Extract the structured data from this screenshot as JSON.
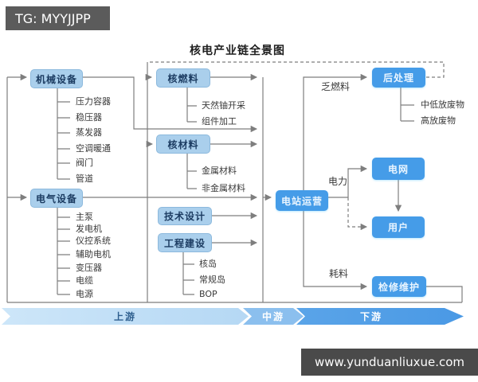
{
  "badge": {
    "label": "TG: MYYJJPP"
  },
  "title": "核电产业链全景图",
  "watermark": {
    "url_text": "www.yunduanliuxue.com"
  },
  "nodes": {
    "mech": "机械设备",
    "elec": "电气设备",
    "fuel": "核燃料",
    "material": "核材料",
    "design": "技术设计",
    "construction": "工程建设",
    "operation": "电站运营",
    "reprocess": "后处理",
    "grid": "电网",
    "user": "用户",
    "maintenance": "检修维护"
  },
  "items": {
    "mech": [
      "压力容器",
      "稳压器",
      "蒸发器",
      "空调暖通",
      "阀门",
      "管道"
    ],
    "elec": [
      "主泵",
      "发电机",
      "仪控系统",
      "辅助电机",
      "变压器",
      "电缆",
      "电源"
    ],
    "fuel": [
      "天然铀开采",
      "组件加工"
    ],
    "material": [
      "金属材料",
      "非金属材料"
    ],
    "construction": [
      "核岛",
      "常规岛",
      "BOP"
    ],
    "reprocess": [
      "中低放废物",
      "高放废物"
    ]
  },
  "edge_labels": {
    "spent_fuel": "乏燃料",
    "power": "电力",
    "consumables": "耗料"
  },
  "stages": [
    {
      "label": "上游"
    },
    {
      "label": "中游"
    },
    {
      "label": "下游"
    }
  ],
  "colors": {
    "canvas_bg": "#ffffff",
    "node_light_bg": "#aacfec",
    "node_light_text": "#1c3c62",
    "node_light_border": "#8cb9dd",
    "node_dark_bg": "#459ce8",
    "node_dark_text": "#e9f5ff",
    "line": "#7e7e7e",
    "label_text": "#3a3a3a",
    "stage_up_bg": "#b5d8f4",
    "stage_up_text": "#2e5f8f",
    "stage_mid_bg": "#8bbfee",
    "stage_down_bg": "#4a99e5",
    "stage_light_text": "#ffffff",
    "badge_bg": "#5b5b5b",
    "watermark_bg": "#4a4a4a"
  }
}
